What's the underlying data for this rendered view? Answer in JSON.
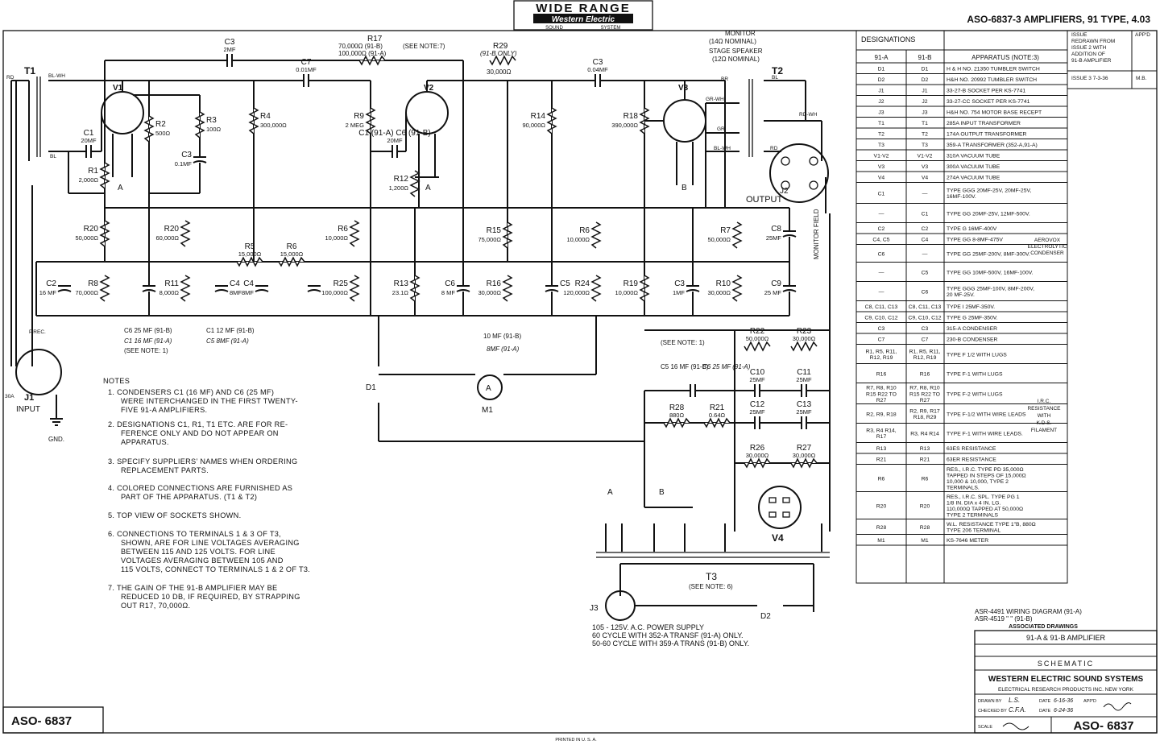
{
  "header": {
    "logo_top": "WIDE RANGE",
    "logo_mid": "Western Electric",
    "logo_left": "SOUND",
    "logo_right": "SYSTEM",
    "doc_title": "ASO-6837-3  AMPLIFIERS, 91 TYPE,  4.03"
  },
  "revision": {
    "issue_label": "ISSUE",
    "appd_label": "APP'D",
    "text1": "REDRAWN FROM",
    "text2": "ISSUE 2 WITH",
    "text3": "ADDITION OF",
    "text4": "91-B AMPLIFIER",
    "issue_line": "ISSUE 3  7-3-36",
    "issue_appd": "M.B."
  },
  "parts_table": {
    "title": "DESIGNATIONS",
    "col_a": "91-A",
    "col_b": "91-B",
    "col_app": "APPARATUS (NOTE:3)",
    "rows": [
      {
        "a": "D1",
        "b": "D1",
        "app": "H & H NO. 21350 TUMBLER SWITCH"
      },
      {
        "a": "D2",
        "b": "D2",
        "app": "H&H NO. 20992 TUMBLER SWITCH"
      },
      {
        "a": "J1",
        "b": "J1",
        "app": "33-27-B SOCKET PER KS-7741"
      },
      {
        "a": "J2",
        "b": "J2",
        "app": "33-27-CC SOCKET PER KS-7741"
      },
      {
        "a": "J3",
        "b": "J3",
        "app": "H&H NO. 754 MOTOR BASE RECEPT"
      },
      {
        "a": "T1",
        "b": "T1",
        "app": "285A INPUT TRANSFORMER"
      },
      {
        "a": "T2",
        "b": "T2",
        "app": "174A OUTPUT TRANSFORMER"
      },
      {
        "a": "T3",
        "b": "T3",
        "app": "359-A TRANSFORMER (352-A,91-A)"
      },
      {
        "a": "V1-V2",
        "b": "V1-V2",
        "app": "310A VACUUM TUBE"
      },
      {
        "a": "V3",
        "b": "V3",
        "app": "300A VACUUM TUBE"
      },
      {
        "a": "V4",
        "b": "V4",
        "app": "274A VACUUM TUBE"
      },
      {
        "a": "C1",
        "b": "—",
        "app": "TYPE GGG 20MF-25V, 20MF-25V, 16MF-100V."
      },
      {
        "a": "—",
        "b": "C1",
        "app": "TYPE GG 20MF-25V, 12MF-500V."
      },
      {
        "a": "C2",
        "b": "C2",
        "app": "TYPE G 16MF-400V"
      },
      {
        "a": "C4, C5",
        "b": "C4",
        "app": "TYPE GG 8-8MF-475V"
      },
      {
        "a": "C6",
        "b": "—",
        "app": "TYPE GG 25MF-200V, 8MF-300V."
      },
      {
        "a": "—",
        "b": "C5",
        "app": "TYPE GG 10MF-500V, 16MF-100V."
      },
      {
        "a": "—",
        "b": "C6",
        "app": "TYPE GGG 25MF-100V, 8MF-200V, 20 MF-25V."
      },
      {
        "a": "C8, C11, C13",
        "b": "C8, C11, C13",
        "app": "TYPE I 25MF-350V."
      },
      {
        "a": "C9, C10, C12",
        "b": "C9, C10, C12",
        "app": "TYPE G 25MF-350V."
      },
      {
        "a": "C3",
        "b": "C3",
        "app": "315-A CONDENSER"
      },
      {
        "a": "C7",
        "b": "C7",
        "app": "230-B CONDENSER"
      },
      {
        "a": "R1, R5, R11, R12, R19",
        "b": "R1, R5, R11, R12, R19",
        "app": "TYPE F 1/2 WITH LUGS"
      },
      {
        "a": "R16",
        "b": "R16",
        "app": "TYPE F-1 WITH LUGS"
      },
      {
        "a": "R7, R8, R10 R15 R22 TO R27",
        "b": "R7, R8, R10 R15 R22 TO R27",
        "app": "TYPE F-2 WITH LUGS"
      },
      {
        "a": "R2, R9, R18",
        "b": "R2, R9, R17 R18, R29",
        "app": "TYPE F-1/2 WITH WIRE LEADS"
      },
      {
        "a": "R3, R4 R14, R17",
        "b": "R3, R4 R14",
        "app": "TYPE F-1 WITH WIRE LEADS."
      },
      {
        "a": "R13",
        "b": "R13",
        "app": "63ES RESISTANCE"
      },
      {
        "a": "R21",
        "b": "R21",
        "app": "63ER RESISTANCE"
      },
      {
        "a": "R6",
        "b": "R6",
        "app": "RES., I.R.C. TYPE PD 35,000Ω TAPPED IN STEPS OF 15,000Ω 10,000 & 10,000, TYPE 2 TERMINALS."
      },
      {
        "a": "R20",
        "b": "R20",
        "app": "RES., I.R.C. SPL. TYPE PG 1 1/8 IN. DIA x 4 IN. LG. 110,000Ω TAPPED AT 50,000Ω TYPE 2 TERMINALS"
      },
      {
        "a": "R28",
        "b": "R28",
        "app": "W.L. RESISTANCE TYPE 1\"B, 880Ω TYPE 206 TERMINAL"
      },
      {
        "a": "M1",
        "b": "M1",
        "app": "KS-7646 METER"
      }
    ],
    "aerovox": "AEROVOX ELECTROLYTIC CONDENSER",
    "irc": "I.R.C. RESISTANCE WITH K.D.S. FILAMENT"
  },
  "notes": {
    "heading": "NOTES",
    "items": [
      "1.  CONDENSERS  C1 (16 MF) AND C6 (25 MF) WERE INTERCHANGED IN THE FIRST TWENTY-FIVE 91-A AMPLIFIERS.",
      "2.  DESIGNATIONS C1, R1, T1 ETC. ARE FOR REFERENCE ONLY AND DO NOT APPEAR ON APPARATUS.",
      "3.  SPECIFY SUPPLIERS' NAMES WHEN ORDERING REPLACEMENT PARTS.",
      "4.  COLORED CONNECTIONS ARE FURNISHED AS PART OF THE APPARATUS. (T1 & T2)",
      "5.  TOP VIEW OF SOCKETS SHOWN.",
      "6.  CONNECTIONS TO TERMINALS 1 & 3 OF T3, SHOWN, ARE FOR LINE VOLTAGES AVERAGING BETWEEN 115 AND 125 VOLTS. FOR LINE VOLTAGES AVERAGING BETWEEN 105 AND 115 VOLTS, CONNECT TO TERMINALS 1 & 2 OF T3.",
      "7.  THE GAIN OF THE 91-B AMPLIFIER MAY BE REDUCED 10 DB, IF REQUIRED, BY STRAPPING OUT R17, 70,000Ω."
    ]
  },
  "power": {
    "line1": "105 - 125V. A.C. POWER SUPPLY",
    "line2": "60 CYCLE WITH 352-A TRANSF (91-A) ONLY.",
    "line3": "50-60 CYCLE WITH 359-A TRANS (91-B) ONLY."
  },
  "associated": {
    "line1": "ASR-4491 WIRING DIAGRAM (91-A)",
    "line2": "ASR-4519      \"         \"      (91-B)",
    "label": "ASSOCIATED DRAWINGS"
  },
  "title_block": {
    "product": "91-A & 91-B  AMPLIFIER",
    "kind": "SCHEMATIC",
    "company": "WESTERN ELECTRIC SOUND SYSTEMS",
    "sub": "ELECTRICAL RESEARCH PRODUCTS INC. NEW YORK",
    "drawn": "DRAWN BY",
    "drawn_val": "L.S.",
    "checked": "CHECKED BY",
    "checked_val": "C.F.A.",
    "date_label": "DATE",
    "date1": "6-16-36",
    "date2": "6-24-36",
    "appd": "APP'D",
    "scale": "SCALE",
    "number": "ASO- 6837"
  },
  "footer": {
    "number_left": "ASO- 6837",
    "printed": "PRINTED IN U. S. A."
  },
  "schematic": {
    "T1": "T1",
    "T2": "T2",
    "T3": "T3",
    "V1": "V1",
    "V2": "V2",
    "V3": "V3",
    "V4": "V4",
    "J1": "J1",
    "J2": "J2",
    "J3": "J3",
    "D1": "D1",
    "D2": "D2",
    "M1": "M1",
    "input": "INPUT",
    "gnd": "GND.",
    "output": "OUTPUT",
    "monitor_field": "MONITOR FIELD",
    "monitor_top": "MONITOR",
    "monitor_nom": "(14Ω NOMINAL)",
    "stage_speaker": "STAGE SPEAKER",
    "stage_nom": "(12Ω NOMINAL)",
    "rd": "RD",
    "bl_wh": "BL-WH",
    "bl": "BL",
    "rd_wh": "RD-WH",
    "br": "BR",
    "gr_wh": "GR-WH",
    "gr": "GR",
    "prec": "P.REC.",
    "thirty_a": "30A",
    "meter": "A",
    "tap_a": "A",
    "tap_b": "B",
    "comp": [
      {
        "n": "R1",
        "v": "2,000Ω"
      },
      {
        "n": "R2",
        "v": "500Ω"
      },
      {
        "n": "R3",
        "v": "100Ω"
      },
      {
        "n": "R4",
        "v": "300,000Ω"
      },
      {
        "n": "R9",
        "v": "2 MEG"
      },
      {
        "n": "R14",
        "v": "90,000Ω"
      },
      {
        "n": "R18",
        "v": "390,000Ω"
      },
      {
        "n": "R12",
        "v": "1,200Ω"
      },
      {
        "n": "R20",
        "v": "50,000Ω"
      },
      {
        "n": "R20",
        "v": "60,000Ω"
      },
      {
        "n": "R5",
        "v": "15,000Ω"
      },
      {
        "n": "R6",
        "v": "15,000Ω"
      },
      {
        "n": "R6",
        "v": "10,000Ω"
      },
      {
        "n": "R15",
        "v": "75,000Ω"
      },
      {
        "n": "R6",
        "v": "10,000Ω"
      },
      {
        "n": "R7",
        "v": "50,000Ω"
      },
      {
        "n": "R8",
        "v": "70,000Ω"
      },
      {
        "n": "R11",
        "v": "8,000Ω"
      },
      {
        "n": "R25",
        "v": "100,000Ω"
      },
      {
        "n": "R13",
        "v": "23.1Ω"
      },
      {
        "n": "R16",
        "v": "30,000Ω"
      },
      {
        "n": "R24",
        "v": "120,000Ω"
      },
      {
        "n": "R19",
        "v": "10,000Ω"
      },
      {
        "n": "R10",
        "v": "30,000Ω"
      },
      {
        "n": "R22",
        "v": "50,000Ω"
      },
      {
        "n": "R23",
        "v": "30,000Ω"
      },
      {
        "n": "R28",
        "v": "880Ω"
      },
      {
        "n": "R21",
        "v": "0.64Ω"
      },
      {
        "n": "R26",
        "v": "30,000Ω"
      },
      {
        "n": "R27",
        "v": "30,000Ω"
      }
    ],
    "caps": [
      {
        "n": "C1",
        "v": "20MF"
      },
      {
        "n": "C3",
        "v": "0.1MF"
      },
      {
        "n": "C3",
        "v": "2MF"
      },
      {
        "n": "C7",
        "v": "0.01MF"
      },
      {
        "n": "C3",
        "v": "0.04MF"
      },
      {
        "n": "C1 (91-A) C6 (91-B)",
        "v": "20MF"
      },
      {
        "n": "C2",
        "v": "16 MF"
      },
      {
        "n": "C4",
        "v": "8MF"
      },
      {
        "n": "C4",
        "v": "8MF"
      },
      {
        "n": "C6",
        "v": "8 MF"
      },
      {
        "n": "C5",
        "v": ""
      },
      {
        "n": "C3",
        "v": "1MF"
      },
      {
        "n": "C8",
        "v": "25MF"
      },
      {
        "n": "C9",
        "v": "25 MF"
      },
      {
        "n": "C10",
        "v": "25MF"
      },
      {
        "n": "C11",
        "v": "25MF"
      },
      {
        "n": "C12",
        "v": "25MF"
      },
      {
        "n": "C13",
        "v": "25MF"
      }
    ],
    "r17_label": "R17",
    "r17_v1": "70,000Ω (91-B)",
    "r17_v2": "100,000Ω (91-A)",
    "r17_note": "(SEE NOTE:7)",
    "r29_label": "R29",
    "r29_note": "(91-B ONLY)",
    "r29_v": "30,000Ω",
    "c6_note1": "C6  25 MF (91-B)",
    "c6_note2": "C1  16 MF (91-A)",
    "c6_note3": "(SEE NOTE: 1)",
    "c1_note1": "C1  12 MF (91-B)",
    "c1_note2": "C5  8MF (91-A)",
    "c5_note1": "10 MF (91-B)",
    "c5_note2": "8MF (91-A)",
    "see_note1": "(SEE NOTE: 1)",
    "c5_16": "C5  16 MF (91-B)",
    "c6_25": "C6  25 MF (91-A)",
    "t3_note": "(SEE NOTE: 6)"
  }
}
